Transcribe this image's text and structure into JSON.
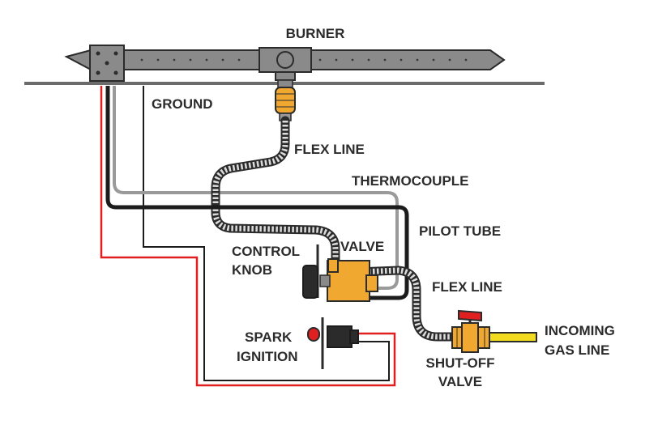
{
  "labels": {
    "burner": "BURNER",
    "ground": "GROUND",
    "flex_line_top": "FLEX LINE",
    "thermocouple": "THERMOCOUPLE",
    "pilot_tube": "PILOT TUBE",
    "control_knob_1": "CONTROL",
    "control_knob_2": "KNOB",
    "valve": "VALVE",
    "flex_line_bottom": "FLEX LINE",
    "spark_ignition_1": "SPARK",
    "spark_ignition_2": "IGNITION",
    "shutoff_valve_1": "SHUT-OFF",
    "shutoff_valve_2": "VALVE",
    "incoming_gas_1": "INCOMING",
    "incoming_gas_2": "GAS LINE"
  },
  "colors": {
    "burner_fill": "#8a8a8a",
    "valve_orange": "#f0a830",
    "red_wire": "#e02020",
    "pilot_tube": "#1c1c1c",
    "thermocouple": "#9a9a9a",
    "gas_line": "#f2dc20"
  }
}
